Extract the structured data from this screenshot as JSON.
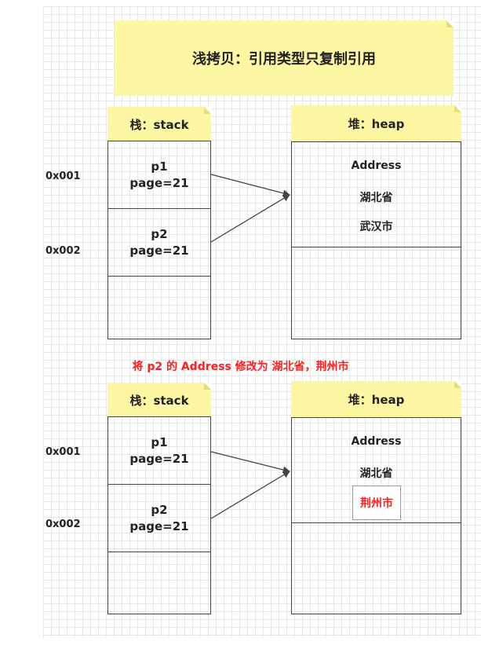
{
  "title": "浅拷贝：引用类型只复制引用",
  "caption": {
    "prefix": "将 ",
    "p2": "p2",
    "mid1": " 的 ",
    "address": "Address",
    "suffix": " 修改为 湖北省，荆州市"
  },
  "before": {
    "stack_header": "栈：stack",
    "heap_header": "堆：heap",
    "addresses": [
      "0x001",
      "0x002"
    ],
    "stack_cells": [
      {
        "name": "p1",
        "value": "page=21"
      },
      {
        "name": "p2",
        "value": "page=21"
      }
    ],
    "heap_object": {
      "class_name": "Address",
      "province": "湖北省",
      "city": "武汉市"
    }
  },
  "after": {
    "stack_header": "栈：stack",
    "heap_header": "堆：heap",
    "addresses": [
      "0x001",
      "0x002"
    ],
    "stack_cells": [
      {
        "name": "p1",
        "value": "page=21"
      },
      {
        "name": "p2",
        "value": "page=21"
      }
    ],
    "heap_object": {
      "class_name": "Address",
      "province": "湖北省",
      "city": "荆州市"
    }
  },
  "colors": {
    "note_fill": "#fdf6a3",
    "highlight_text": "#ff1f1f",
    "border": "#444444",
    "grid": "#e6e6e6"
  }
}
